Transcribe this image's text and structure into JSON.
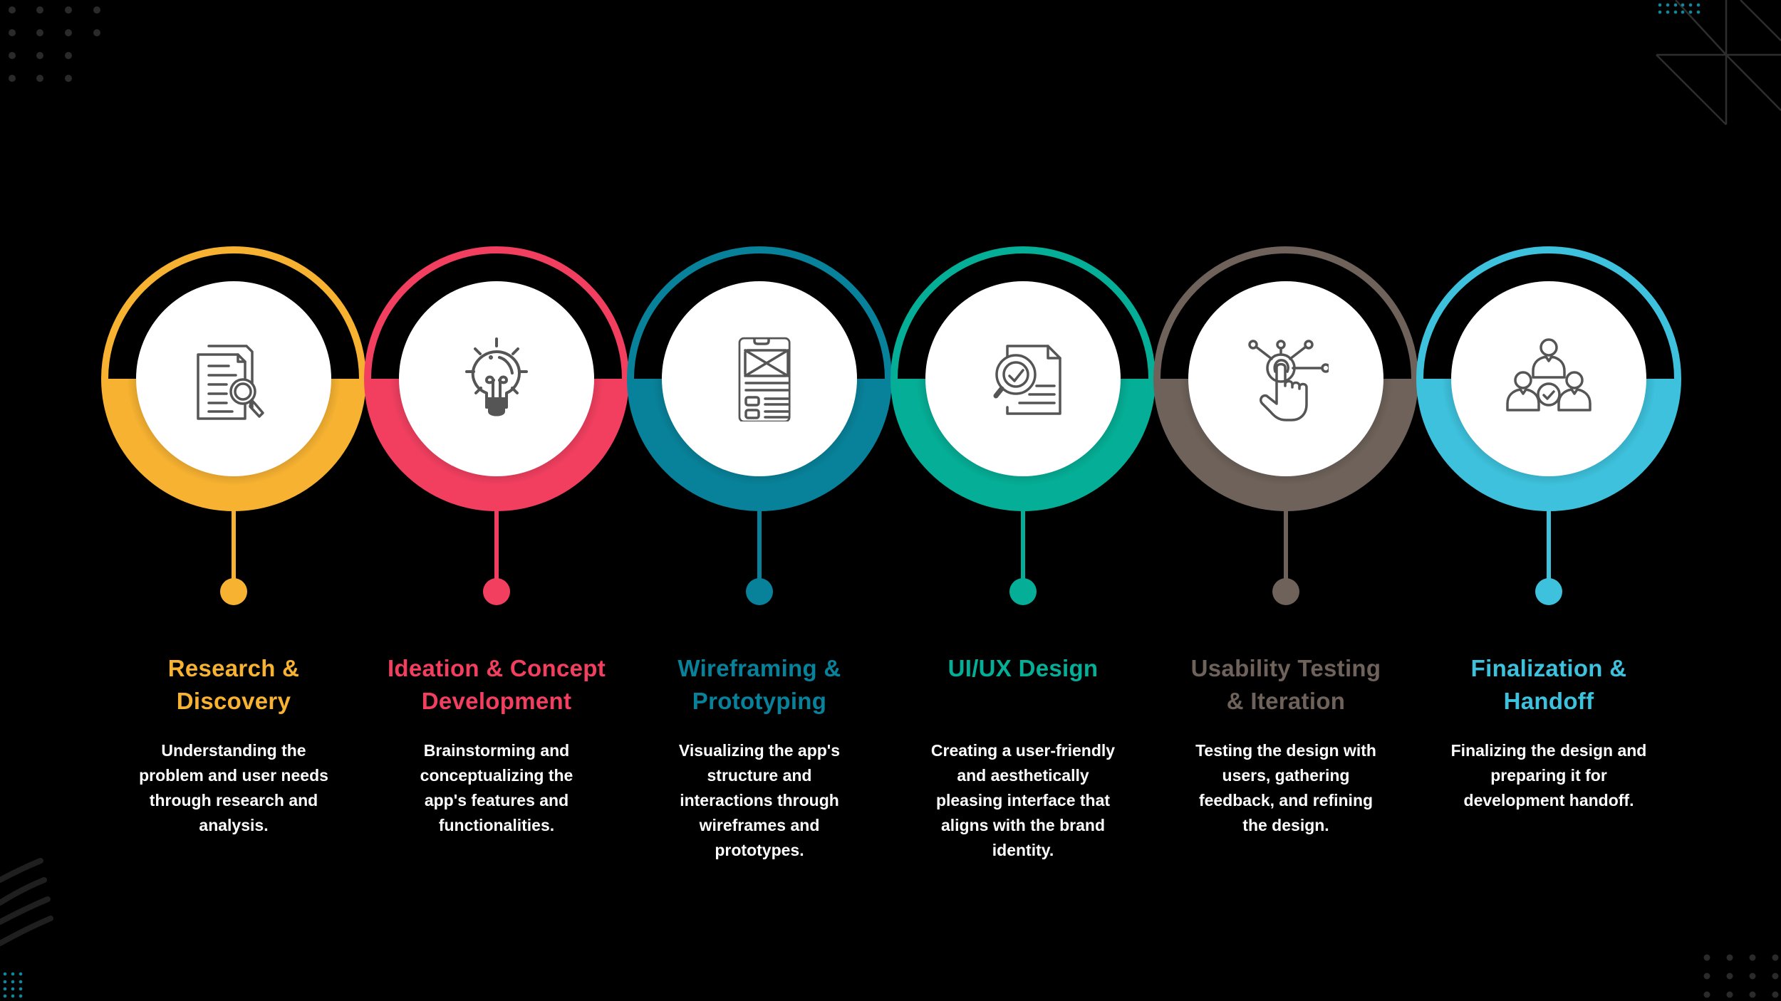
{
  "diagram": {
    "type": "process-timeline",
    "background_color": "#000000",
    "steps": [
      {
        "index": 1,
        "icon": "document-search-icon",
        "color": "#F7B231",
        "title_lines": [
          "Research &",
          "Discovery"
        ],
        "description_lines": [
          "Understanding the",
          "problem and user needs",
          "through research and",
          "analysis."
        ]
      },
      {
        "index": 2,
        "icon": "lightbulb-icon",
        "color": "#F23F60",
        "title_lines": [
          "Ideation & Concept",
          "Development"
        ],
        "description_lines": [
          "Brainstorming and",
          "conceptualizing the",
          "app's features and",
          "functionalities."
        ]
      },
      {
        "index": 3,
        "icon": "mobile-wireframe-icon",
        "color": "#08829A",
        "title_lines": [
          "Wireframing &",
          "Prototyping"
        ],
        "description_lines": [
          "Visualizing the app's",
          "structure and",
          "interactions through",
          "wireframes and",
          "prototypes."
        ]
      },
      {
        "index": 4,
        "icon": "document-check-magnifier-icon",
        "color": "#05AE96",
        "title_lines": [
          "UI/UX Design"
        ],
        "description_lines": [
          "Creating a user-friendly",
          "and aesthetically",
          "pleasing interface that",
          "aligns with the brand",
          "identity."
        ]
      },
      {
        "index": 5,
        "icon": "touch-network-icon",
        "color": "#6E625A",
        "title_lines": [
          "Usability Testing",
          "& Iteration"
        ],
        "description_lines": [
          "Testing the design with",
          "users, gathering",
          "feedback, and refining",
          "the design."
        ]
      },
      {
        "index": 6,
        "icon": "team-approval-icon",
        "color": "#3DC1DC",
        "title_lines": [
          "Finalization &",
          "Handoff"
        ],
        "description_lines": [
          "Finalizing the design and",
          "preparing it for",
          "development handoff."
        ]
      }
    ]
  }
}
